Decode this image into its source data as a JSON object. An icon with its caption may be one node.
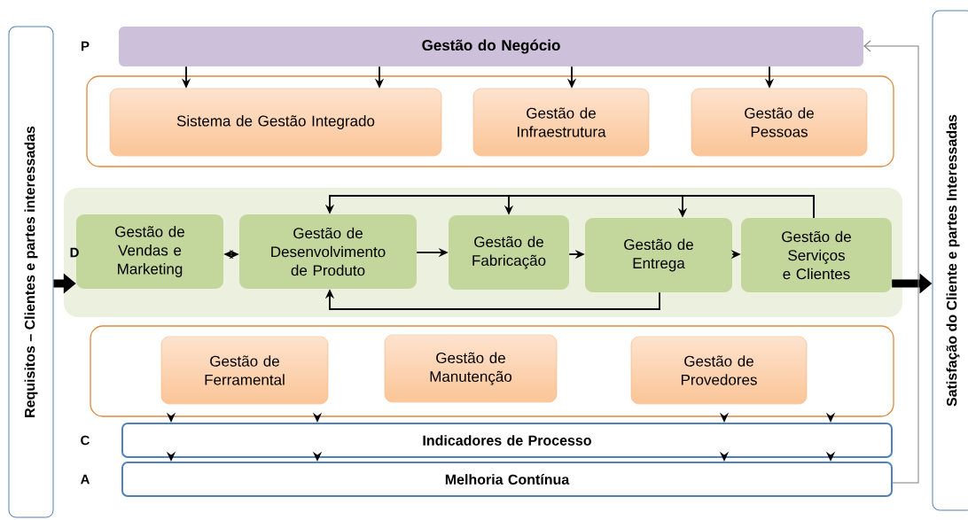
{
  "diagram": {
    "nodes": [
      {
        "text": [
          "Requisitos – Clientes e partes interessadas"
        ]
      },
      {
        "text": [
          "Satisfação do Cliente e partes Interessadas"
        ]
      },
      {
        "text": [
          "Gestão do Negócio"
        ]
      },
      {
        "text": [],
        "shape": "box"
      },
      {
        "text": [
          "Sistema de Gestão Integrado"
        ],
        "in": 3
      },
      {
        "text": [
          "Gestão de Infraestrutura"
        ],
        "in": 3
      },
      {
        "text": [
          "Gestão de Pessoas"
        ],
        "in": 3
      },
      {
        "text": [],
        "shape": "box"
      },
      {
        "text": [
          "Gestão de Vendas e Marketing"
        ],
        "in": 7
      },
      {
        "text": [
          "Gestão de Desenvolvimento de Produto"
        ],
        "in": 7
      },
      {
        "text": [
          "Gestão de Fabricação"
        ],
        "in": 7
      },
      {
        "text": [
          "Gestão de Entrega"
        ],
        "in": 7
      },
      {
        "text": [
          "Gestão de Serviços e Clientes"
        ],
        "in": 7
      },
      {
        "text": [],
        "shape": "box"
      },
      {
        "text": [
          "Gestão de Ferramental"
        ],
        "in": 13
      },
      {
        "text": [
          "Gestão de Manutenção"
        ],
        "in": 13
      },
      {
        "text": [
          "Gestão de Provedores"
        ],
        "in": 13
      },
      {
        "text": [
          "Indicadores de Processo"
        ]
      },
      {
        "text": [
          "Melhoria Contínua"
        ]
      }
    ],
    "edges": [
      {
        "from": 2,
        "to": 4,
        "arrow": "to"
      },
      {
        "from": 2,
        "to": 4,
        "arrow": "to"
      },
      {
        "from": 2,
        "to": 5,
        "arrow": "to"
      },
      {
        "from": 2,
        "to": 6,
        "arrow": "to"
      },
      {
        "from": 8,
        "to": 9,
        "arrow": "both"
      },
      {
        "from": 9,
        "to": 10,
        "arrow": "to"
      },
      {
        "from": 10,
        "to": 11,
        "arrow": "to"
      },
      {
        "from": 11,
        "to": 12,
        "arrow": "to"
      },
      {
        "from": 12,
        "to": 9,
        "arrow": "to"
      },
      {
        "from": 12,
        "to": 10,
        "arrow": "to"
      },
      {
        "from": 12,
        "to": 11,
        "arrow": "to"
      },
      {
        "from": 11,
        "to": 9,
        "arrow": "to"
      },
      {
        "from": 0,
        "to": 8,
        "arrow": "to",
        "style": "thick"
      },
      {
        "from": 12,
        "to": 1,
        "arrow": "to",
        "style": "thick"
      },
      {
        "from": 13,
        "to": 17,
        "arrow": "to"
      },
      {
        "from": 13,
        "to": 17,
        "arrow": "to"
      },
      {
        "from": 13,
        "to": 17,
        "arrow": "to"
      },
      {
        "from": 13,
        "to": 17,
        "arrow": "to"
      },
      {
        "from": 17,
        "to": 18,
        "arrow": "to"
      },
      {
        "from": 17,
        "to": 18,
        "arrow": "to"
      },
      {
        "from": 17,
        "to": 18,
        "arrow": "to"
      },
      {
        "from": 17,
        "to": 18,
        "arrow": "to"
      },
      {
        "from": 18,
        "to": 2,
        "arrow": "to",
        "color": "#7f7f7f"
      }
    ],
    "labels": [
      "P",
      "D",
      "C",
      "A"
    ]
  }
}
